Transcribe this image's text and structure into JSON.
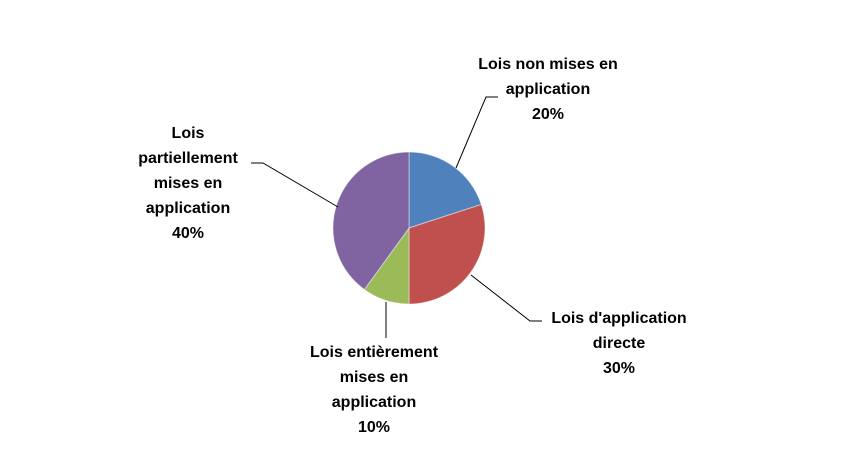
{
  "figure": {
    "background_color": "#ffffff",
    "text_color": "#000000",
    "leader_line_color": "#000000"
  },
  "chart_data": {
    "type": "pie",
    "title": "",
    "categories": [
      "Lois non mises en application",
      "Lois d'application directe",
      "Lois entièrement mises en application",
      "Lois partiellement mises en application"
    ],
    "values": [
      20,
      30,
      10,
      40
    ],
    "unit": "%",
    "colors": [
      "#4f81bd",
      "#c0504d",
      "#9bbb59",
      "#8064a2"
    ],
    "start_angle_deg": 0,
    "direction": "clockwise",
    "legend_position": "none",
    "data_labels_outside_with_leader_lines": true,
    "labels": [
      {
        "text": "Lois non mises en\napplication\n20%"
      },
      {
        "text": "Lois d'application\ndirecte\n30%"
      },
      {
        "text": "Lois entièrement\nmises en\napplication\n10%"
      },
      {
        "text": "Lois\npartiellement\nmises en\napplication\n40%"
      }
    ]
  }
}
